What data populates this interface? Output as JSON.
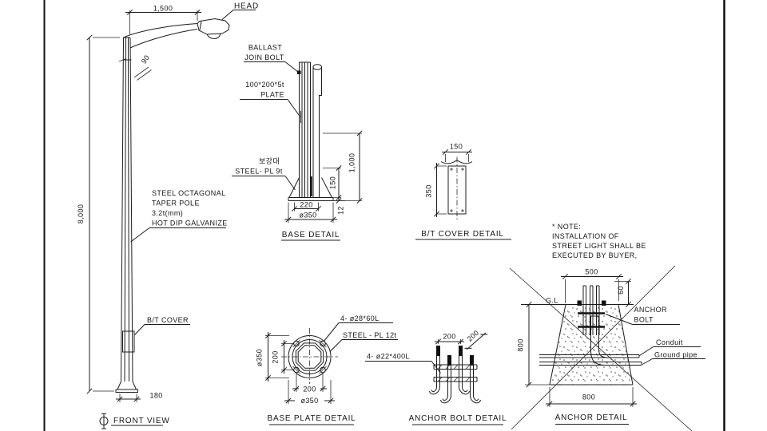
{
  "drawing": {
    "front_view": {
      "title": "FRONT VIEW",
      "head_label": "HEAD",
      "spec_line1": "STEEL OCTAGONAL",
      "spec_line2": "TAPER POLE",
      "spec_line3": "3.2t(mm)",
      "spec_line4": "HOT DIP GALVANIZE",
      "bt_cover_label": "B/T COVER",
      "dim_arm_length": "1,500",
      "dim_arm_angle": "90",
      "dim_pole_height": "8,000",
      "dim_base_width": "180"
    },
    "base_detail": {
      "title": "BASE DETAIL",
      "ballast_line1": "BALLAST",
      "ballast_line2": "JOIN BOLT",
      "plate_line1": "100*200*5t",
      "plate_line2": "PLATE",
      "stiffener_line1": "보강대",
      "stiffener_line2": "STEEL- PL 9t",
      "dim_bolt_pitch": "220",
      "dim_plate_dia": "ø350",
      "dim_gusset_height": "150",
      "dim_plate_thickness": "12",
      "dim_exposed_length": "1,000"
    },
    "bt_cover_detail": {
      "title": "B/T COVER DETAIL",
      "dim_width": "150",
      "dim_height": "350"
    },
    "note": {
      "line1": "* NOTE:",
      "line2": "INSTALLATION OF",
      "line3": "STREET LIGHT SHALL BE",
      "line4": "EXECUTED  BY BUYER,"
    },
    "base_plate_detail": {
      "title": "BASE PLATE DETAIL",
      "bolt_label": "4- ø28*60L",
      "plate_label": "STEEL - PL 12t",
      "dim_dia_vertical": "ø350",
      "dim_pitch_vertical": "200",
      "dim_pitch_horizontal": "200",
      "dim_dia_horizontal": "ø350"
    },
    "anchor_bolt_detail": {
      "title": "ANCHOR BOLT DETAIL",
      "bolt_label": "4- ø22*400L",
      "dim_pitch": "200",
      "dim_pitch_diagonal": "200"
    },
    "anchor_detail": {
      "title": "ANCHOR DETAIL",
      "ground_level_label": "G.L",
      "anchor_label_line1": "ANCHOR",
      "anchor_label_line2": "BOLT",
      "conduit_label": "Conduit",
      "ground_pipe_label": "Ground pipe",
      "dim_top_width": "500",
      "dim_bolt_projection": "60",
      "dim_depth": "800",
      "dim_bottom_width": "800"
    },
    "colors": {
      "line": "#1c1c1c",
      "background": "#ffffff"
    }
  }
}
